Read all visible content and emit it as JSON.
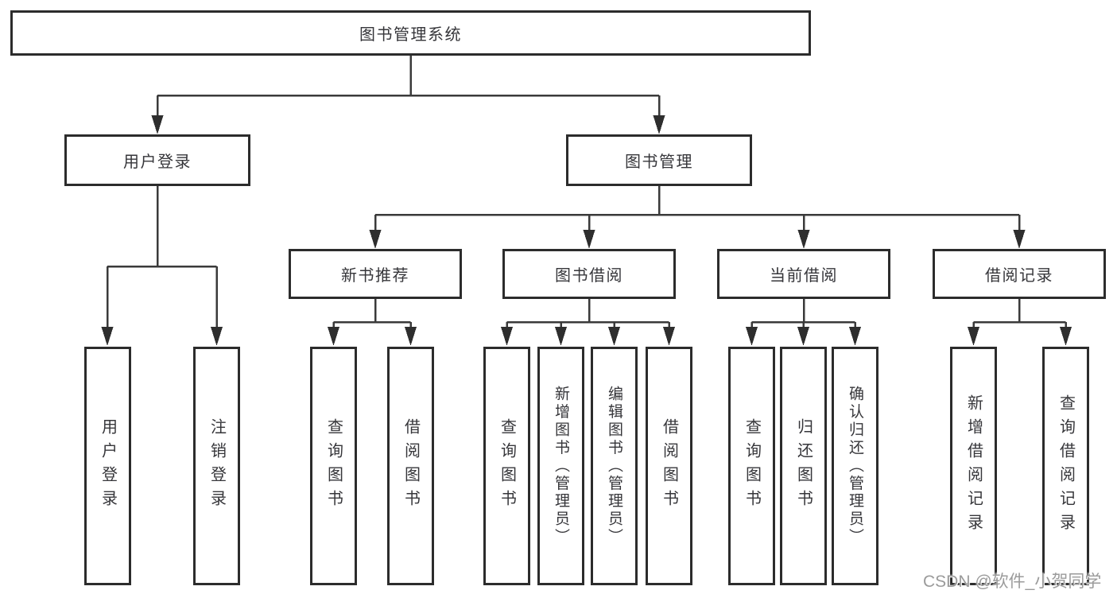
{
  "tree": {
    "root": {
      "label": "图书管理系统"
    },
    "branches": [
      {
        "label": "用户登录",
        "children": [
          {
            "label": "用户登录"
          },
          {
            "label": "注销登录"
          }
        ]
      },
      {
        "label": "图书管理",
        "children": [
          {
            "label": "新书推荐",
            "children": [
              {
                "label": "查询图书"
              },
              {
                "label": "借阅图书"
              }
            ]
          },
          {
            "label": "图书借阅",
            "children": [
              {
                "label": "查询图书"
              },
              {
                "label": "新增图书（管理员）"
              },
              {
                "label": "编辑图书（管理员）"
              },
              {
                "label": "借阅图书"
              }
            ]
          },
          {
            "label": "当前借阅",
            "children": [
              {
                "label": "查询图书"
              },
              {
                "label": "归还图书"
              },
              {
                "label": "确认归还（管理员）"
              }
            ]
          },
          {
            "label": "借阅记录",
            "children": [
              {
                "label": "新增借阅记录"
              },
              {
                "label": "查询借阅记录"
              }
            ]
          }
        ]
      }
    ]
  },
  "watermark": "CSDN @软件_小贺同学",
  "colors": {
    "background": "#ffffff",
    "box_border": "#2c2c2c",
    "connector_line": "#3a3a3a",
    "arrow_fill": "#2e2e2e",
    "text": "#36363a",
    "watermark": "#9b9b9b"
  }
}
